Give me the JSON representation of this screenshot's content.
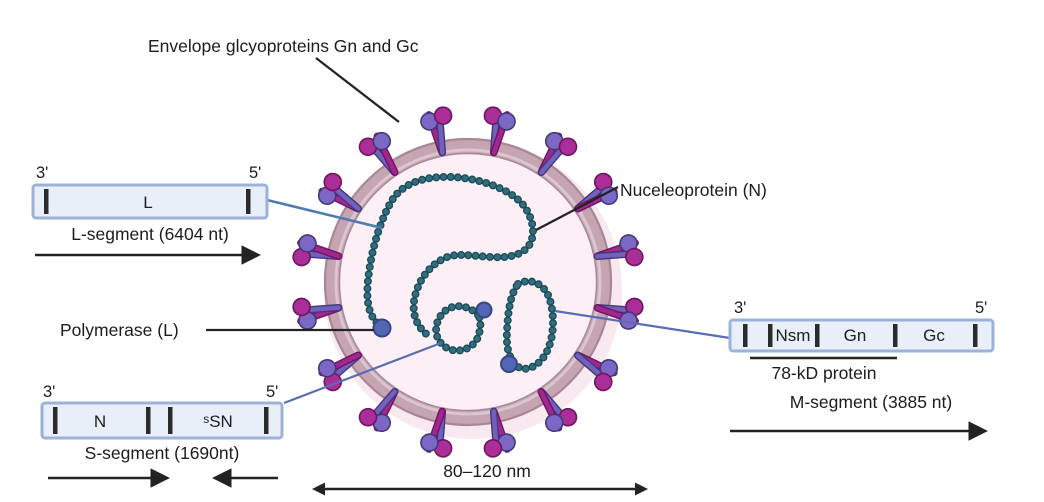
{
  "figure": {
    "type": "virus-structure-diagram",
    "labels": {
      "envelope": "Envelope glcyoproteins Gn and Gc",
      "nucleoprotein": "Nuceleoprotein (N)",
      "polymerase": "Polymerase (L)",
      "diameter": "80–120 nm"
    },
    "l_segment": {
      "three_prime": "3'",
      "five_prime": "5'",
      "gene": "L",
      "caption": "L-segment (6404 nt)"
    },
    "s_segment": {
      "three_prime": "3'",
      "five_prime": "5'",
      "gene_n": "N",
      "gene_ns_sup": "s",
      "gene_ns_main": "SN",
      "caption": "S-segment (1690nt)"
    },
    "m_segment": {
      "three_prime": "3'",
      "five_prime": "5'",
      "gene_nsm": "Nsm",
      "gene_gn": "Gn",
      "gene_gc": "Gc",
      "bracket_label": "78-kD protein",
      "caption": "M-segment (3885 nt)"
    }
  },
  "colors": {
    "text": "#1c1c1c",
    "line": "#232323",
    "box_fill": "#e9eff9",
    "box_border": "#9cb2d8",
    "tick": "#2b2b2b",
    "connector_steel": "#4d7cae",
    "connector_periwinkle": "#5c6cb4",
    "halo": "#f8e8f0",
    "interior": "#fcf0f6",
    "membrane_band": "#c5a5b1",
    "membrane_edge": "#a98697",
    "membrane_highlight": "#dbc6cf",
    "bead": "#2f6e7e",
    "bead_dark": "#1d4a56",
    "pol_ball": "#5365b5",
    "pol_ball_dark": "#35477f",
    "spike_magenta": "#a02791",
    "spike_magenta_dark": "#6e155f",
    "spike_purple": "#7160be",
    "spike_purple_dark": "#453878",
    "ball_magenta": "#ab2d97",
    "ball_purple": "#7c68c4"
  }
}
